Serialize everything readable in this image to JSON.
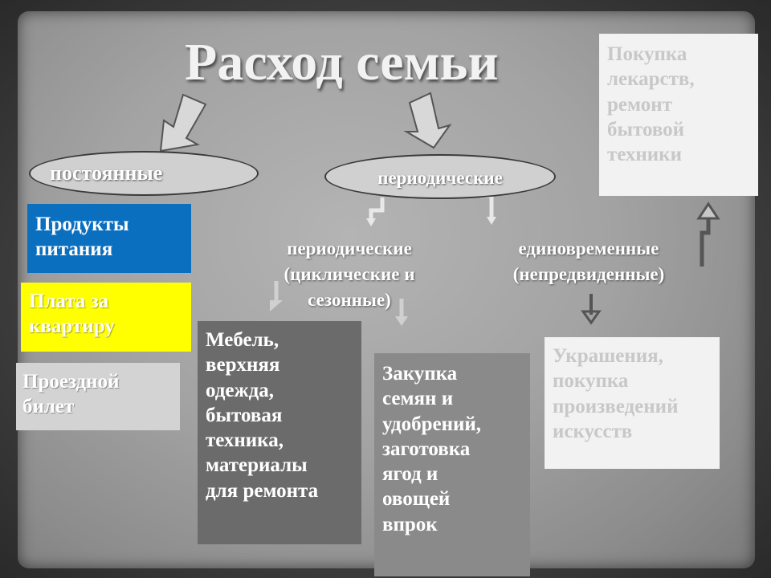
{
  "title": "Расход семьи",
  "categories": {
    "constant": "постоянные",
    "periodic": "периодические"
  },
  "subcategories": {
    "cyclic": "периодические\n(циклические и\nсезонные)",
    "one_time": "единовременные\n(непредвиденные)"
  },
  "constant_items": [
    {
      "text": "Продукты\nпитания",
      "color": "#0b6fc0"
    },
    {
      "text": "Плата за\nквартиру",
      "color": "#ffff00"
    },
    {
      "text": "Проездной\nбилет",
      "color": "#d3d3d3"
    }
  ],
  "boxes": {
    "furniture": "Мебель,\nверхняя\nодежда,\nбытовая\nтехника,\nматериалы\nдля ремонта",
    "seeds": "Закупка\nсемян и\nудобрений,\nзаготовка\nягод и\nовощей\nвпрок",
    "jewelry": "Украшения,\nпокупка\nпроизведений\nискусств",
    "medicine": "Покупка\nлекарств,\nремонт\nбытовой\nтехники"
  },
  "colors": {
    "furniture_bg": "#6b6b6b",
    "seeds_bg": "#8a8a8a",
    "light_box": "#f2f2f2",
    "light_text": "#c8c8c8"
  }
}
